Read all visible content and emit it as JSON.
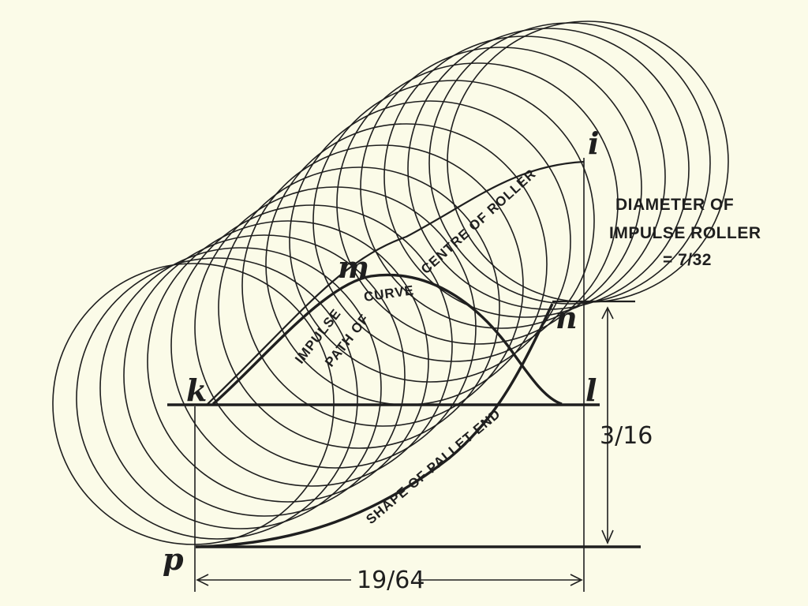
{
  "points": {
    "i": "i",
    "m": "m",
    "n": "n",
    "k": "k",
    "l": "l",
    "p": "p"
  },
  "labels": {
    "diameter_line1": "DIAMETER OF",
    "diameter_line2": "IMPULSE ROLLER",
    "diameter_line3": "= 7/32",
    "impulse": "IMPULSE",
    "curve": "CURVE",
    "path_of": "PATH OF",
    "centre_of_roller": "CENTRE OF ROLLER",
    "shape_of_pallet_end": "SHAPE OF PALLET END"
  },
  "dimensions": {
    "horizontal": "19/64",
    "vertical": "3/16"
  }
}
